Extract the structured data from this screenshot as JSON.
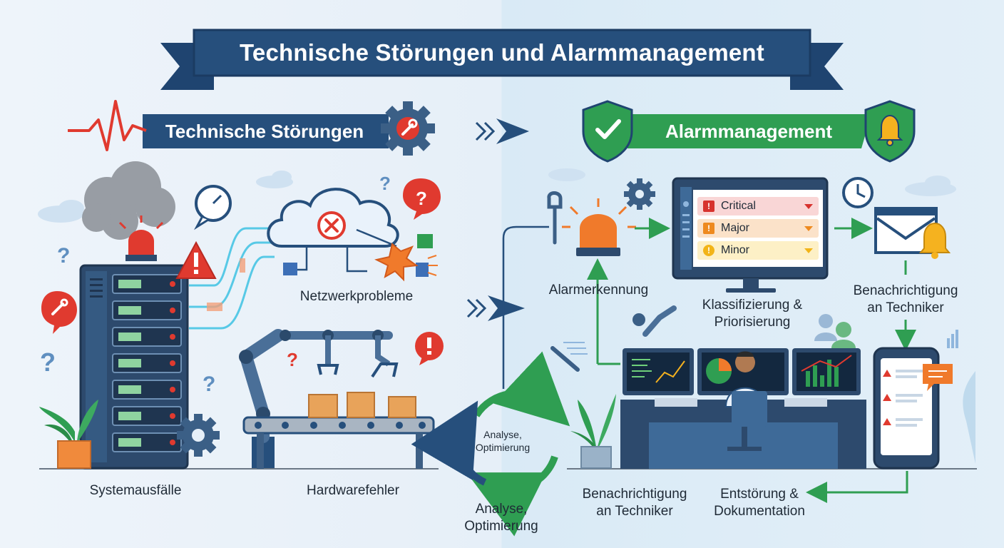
{
  "title": "Technische Störungen und Alarmmanagement",
  "sections": {
    "left_header": "Technische Störungen",
    "right_header": "Alarmmanagement"
  },
  "left_labels": {
    "system": "Systemausfälle",
    "network": "Netzwerkprobleme",
    "hardware": "Hardwarefehler"
  },
  "cycle": {
    "inner": "Analyse,\nOptimierung",
    "below": "Analyse,\nOptimierung"
  },
  "right_labels": {
    "detection": "Alarmerkennung",
    "classification": "Klassifizierung &\nPriorisierung",
    "notify_top": "Benachrichtigung\nan Techniker",
    "notify_bottom": "Benachrichtigung\nan Techniker",
    "fix": "Entstörung &\nDokumentation"
  },
  "severity": [
    {
      "label": "Critical",
      "color": "#f9d6d6",
      "icon_color": "#d7322e"
    },
    {
      "label": "Major",
      "color": "#fbe2c9",
      "icon_color": "#ee8a1f"
    },
    {
      "label": "Minor",
      "color": "#fdf0c6",
      "icon_color": "#f2b418"
    }
  ],
  "colors": {
    "navy": "#264f7c",
    "green": "#2f9e52",
    "red": "#e03a2f",
    "orange": "#f07a2b"
  }
}
